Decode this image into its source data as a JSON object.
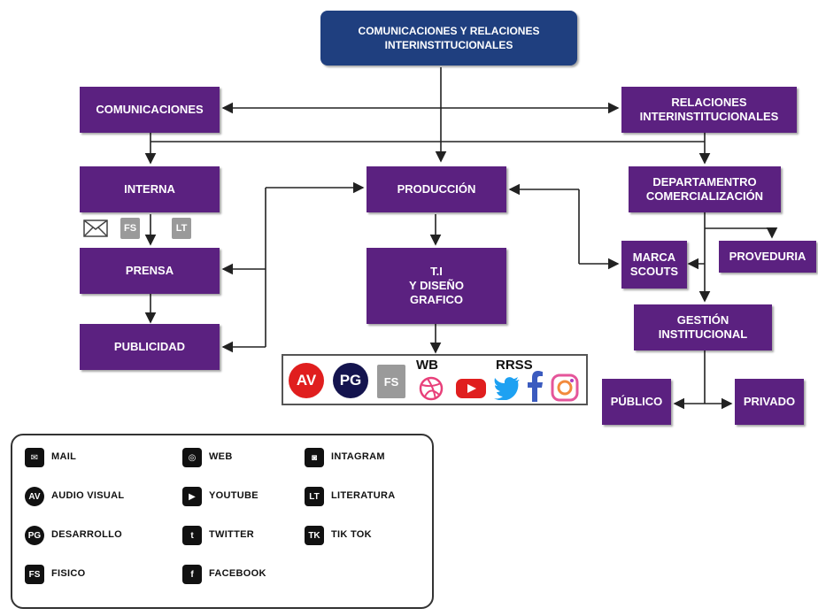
{
  "boxes": {
    "top": "COMUNICACIONES Y RELACIONES\nINTERINSTITUCIONALES",
    "comunicaciones": "COMUNICACIONES",
    "relaciones": "RELACIONES\nINTERINSTITUCIONALES",
    "interna": "INTERNA",
    "produccion": "PRODUCCIÓN",
    "departamento": "DEPARTAMENTRO\nCOMERCIALIZACIÓN",
    "prensa": "PRENSA",
    "ti": "T.I\nY DISEÑO\nGRAFICO",
    "marca": "MARCA\nSCOUTS",
    "proveduria": "PROVEDURIA",
    "gestion": "GESTIÓN\nINSTITUCIONAL",
    "publicidad": "PUBLICIDAD",
    "publico": "PÚBLICO",
    "privado": "PRIVADO"
  },
  "interna_icons": {
    "mail": "mail-icon",
    "fs": "FS",
    "lt": "LT"
  },
  "tools": {
    "av": "AV",
    "pg": "PG",
    "fs": "FS",
    "wb_label": "WB",
    "rrss_label": "RRSS",
    "icons": [
      "dribbble-icon",
      "youtube-icon",
      "twitter-icon",
      "facebook-icon",
      "instagram-icon"
    ]
  },
  "legend": [
    {
      "icon": "mail-icon",
      "code": "✉",
      "label": "MAIL"
    },
    {
      "icon": "web-icon",
      "code": "◎",
      "label": "WEB"
    },
    {
      "icon": "instagram-icon",
      "code": "◙",
      "label": "INTAGRAM"
    },
    {
      "icon": "audiovisual-icon",
      "code": "AV",
      "label": "AUDIO VISUAL"
    },
    {
      "icon": "youtube-icon",
      "code": "▶",
      "label": "YOUTUBE"
    },
    {
      "icon": "literatura-icon",
      "code": "LT",
      "label": "LITERATURA"
    },
    {
      "icon": "desarrollo-icon",
      "code": "PG",
      "label": "DESARROLLO"
    },
    {
      "icon": "twitter-icon",
      "code": "t",
      "label": "TWITTER"
    },
    {
      "icon": "tiktok-icon",
      "code": "TK",
      "label": "TIK TOK"
    },
    {
      "icon": "fisico-icon",
      "code": "FS",
      "label": "FISICO"
    },
    {
      "icon": "facebook-icon",
      "code": "f",
      "label": "FACEBOOK"
    }
  ],
  "colors": {
    "box": "#5b2180",
    "top": "#1f3f7f",
    "av": "#e01e1e",
    "pg": "#14144e"
  }
}
